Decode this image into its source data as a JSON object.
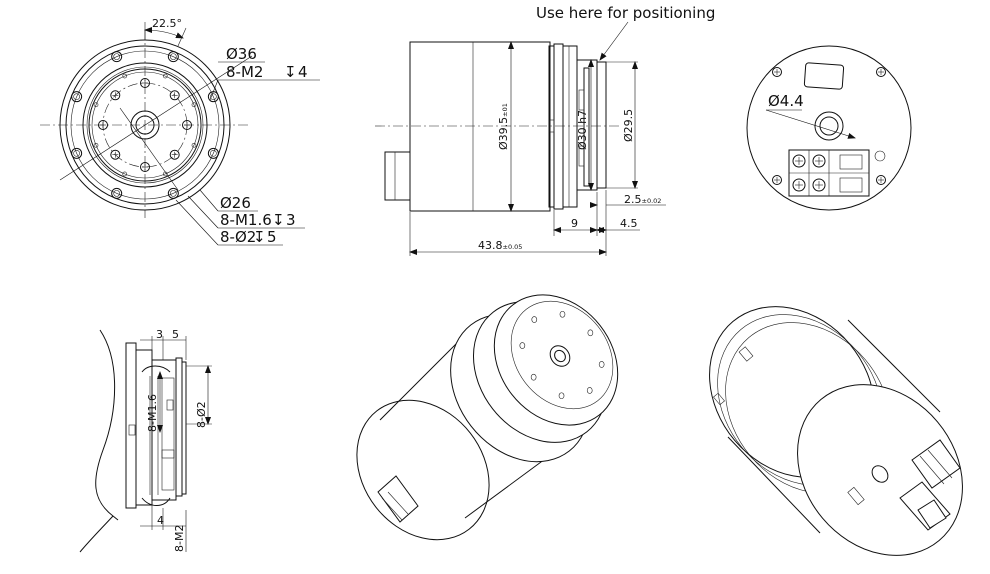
{
  "note": "Use here for positioning",
  "front_view": {
    "angle": "22.5°",
    "d_outer": "Ø36",
    "holes_m2": "8-M2",
    "depth_m2": "4",
    "d_inner": "Ø26",
    "holes_m16": "8-M1.6",
    "depth_m16": "3",
    "holes_d2": "8-Ø2",
    "depth_d2": "5"
  },
  "side_view": {
    "d_body": "Ø39.5",
    "d_body_tol": "±01",
    "d_pilot": "Ø30 h7",
    "d_flange": "Ø29.5",
    "len_9": "9",
    "len_45": "4.5",
    "len_25": "2.5",
    "len_25_tol": "±0.02",
    "total_len": "43.8",
    "total_len_tol": "±0.05"
  },
  "rear_view": {
    "d_hole": "Ø4.4"
  },
  "section_view": {
    "dim_3": "3",
    "dim_5": "5",
    "label_m16": "8-M1.6",
    "label_d2": "8-Ø2",
    "dim_4": "4",
    "label_m2": "8-M2"
  }
}
